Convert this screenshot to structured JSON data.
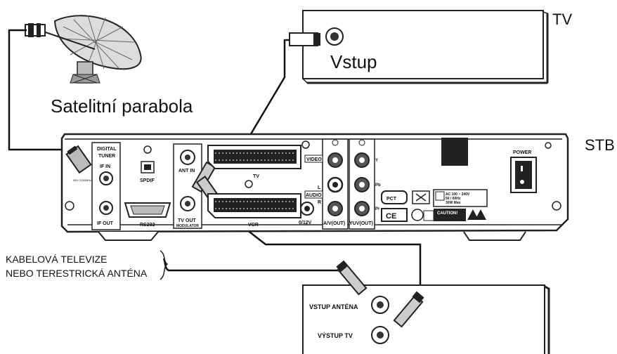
{
  "labels": {
    "tv": "TV",
    "stb": "STB",
    "vstup": "Vstup",
    "satellite": "Satelitní parabola",
    "cable_line1": "KABELOVÁ TELEVIZE",
    "cable_line2": "NEBO TERESTRICKÁ ANTÉNA",
    "vcr_input": "VSTUP ANTÉNA",
    "vcr_output": "VÝSTUP TV"
  },
  "stb_panel": {
    "digital": "DIGITAL",
    "tuner": "TUNER",
    "if_in": "IF IN",
    "if_out": "IF OUT",
    "spdif": "SPDIF",
    "rs232": "RS232",
    "ant_in": "ANT IN",
    "tv_out": "TV OUT",
    "modulator": "MODULATOR",
    "scart_tv": "TV",
    "scart_vcr": "VCR",
    "video": "VIDEO",
    "audio": "AUDIO",
    "l": "L",
    "r": "R",
    "v012": "0/12V",
    "av_out": "A/V(OUT)",
    "yuv_out": "YUV(OUT)",
    "y": "Y",
    "pb": "Pb",
    "pr": "Pr",
    "power": "POWER",
    "ac_line1": "AC 100 ~ 240V",
    "ac_line2": "50 / 60Hz",
    "ac_line3": "30W Max",
    "caution": "CAUTION!",
    "ce": "CE",
    "pct": "PCT",
    "tuner_spec": "950~2150MHz"
  }
}
